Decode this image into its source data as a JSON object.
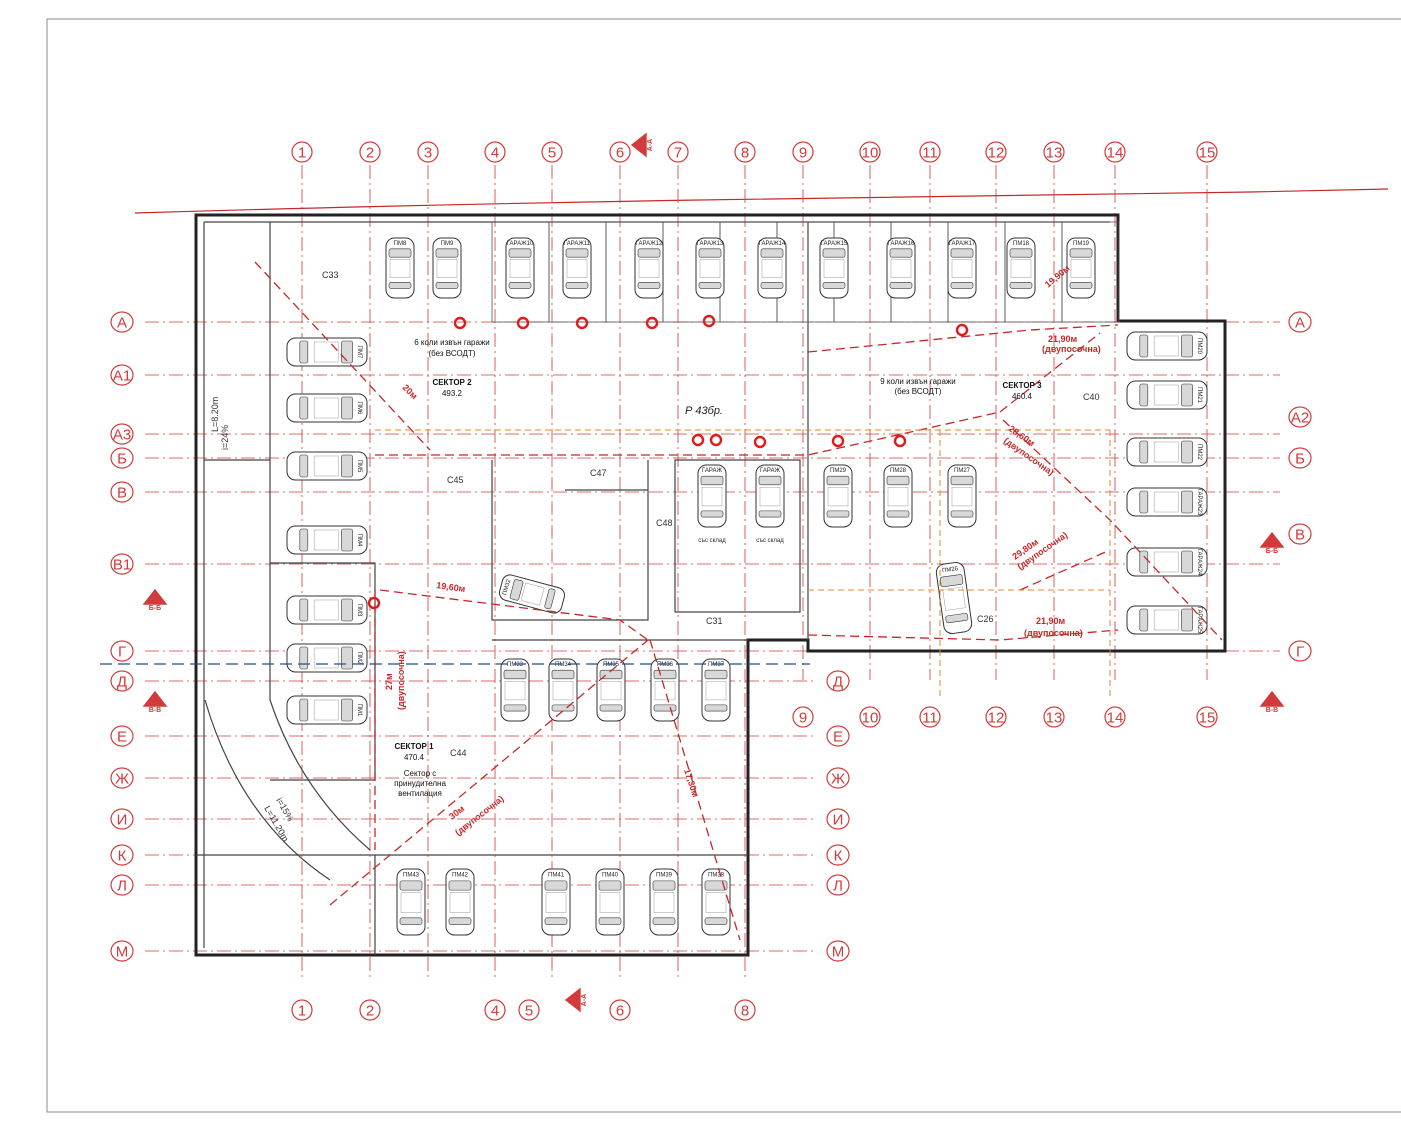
{
  "plan": {
    "column_axes": [
      "1",
      "2",
      "3",
      "4",
      "5",
      "6",
      "7",
      "8",
      "9",
      "10",
      "11",
      "12",
      "13",
      "14",
      "15"
    ],
    "row_axes": [
      "А",
      "А1",
      "А3",
      "Б",
      "В",
      "В1",
      "Г",
      "Д",
      "Е",
      "Ж",
      "И",
      "К",
      "Л",
      "М"
    ],
    "right_row_axes": [
      "А",
      "А2",
      "Б",
      "В",
      "Г"
    ],
    "lower_right_row_axes": [
      "Д",
      "Е",
      "Ж",
      "И",
      "К",
      "Л",
      "М"
    ],
    "bottom_column_axes": [
      "1",
      "2",
      "4",
      "5",
      "6",
      "8"
    ],
    "mid_column_axes": [
      "9",
      "10",
      "11",
      "12",
      "13",
      "14",
      "15"
    ],
    "section_marks": {
      "a_a": "А-А",
      "b_b": "Б-Б",
      "b_f": "В-В",
      "p": "Р"
    },
    "sectors": {
      "s1": {
        "title": "СЕКТОР 1",
        "area": "470.4",
        "note_line1": "Сектор с",
        "note_line2": "принудителна",
        "note_line3": "вентилация"
      },
      "s2": {
        "title": "СЕКТОР 2",
        "area": "493.2",
        "note_line1": "6 коли извън гаражи",
        "note_line2": "(без ВСОДТ)"
      },
      "s3": {
        "title": "СЕКТОР 3",
        "area": "460.4",
        "note_line1": "9 коли извън гаражи",
        "note_line2": "(без ВСОДТ)"
      }
    },
    "capacity_label": "Р 43бр.",
    "dimensions": {
      "d_19_90": "19,90м",
      "d_21_90_top": "21,90м",
      "d_dvu_top": "(двупосочна)",
      "d_28_60": "28,60м",
      "d_dvu_28": "(двупосочна)",
      "d_29_80": "29,80м",
      "d_dvu_29": "(двупосочна)",
      "d_21_90_bot": "21,90м",
      "d_dvu_bot": "(двупосочна)",
      "d_20": "20м",
      "d_19_60": "19,60м",
      "d_27": "27м",
      "d_dvu_27": "(двупосочна)",
      "d_30": "30м",
      "d_dvu_30": "(двупосочна)",
      "d_17_30": "17,30м",
      "d_ramp": "i=15%",
      "d_ramp_len": "L=11.20m",
      "d_ramp2": "i=24%",
      "d_ramp2_len": "L=8.20m"
    },
    "cars_top": [
      "ПМ8",
      "ПМ9",
      "ГАРАЖ10",
      "ГАРАЖ11",
      "ГАРАЖ12",
      "ГАРАЖ13",
      "ГАРАЖ14",
      "ГАРАЖ15",
      "ГАРАЖ16",
      "ГАРАЖ17",
      "ПМ18",
      "ПМ19"
    ],
    "cars_left": [
      "ПМ7",
      "ПМ6",
      "ПМ5",
      "ПМ4",
      "ПМ3",
      "ПМ2",
      "ПМ1"
    ],
    "cars_right": [
      "ПМ20",
      "ПМ21",
      "ПМ22",
      "ГАРАЖ23",
      "ГАРАЖ24",
      "ГАРАЖ25"
    ],
    "cars_mid": [
      "ГАРАЖ",
      "ГАРАЖ",
      "ПМ29",
      "ПМ28",
      "ПМ27"
    ],
    "cars_mid_sub": "със склад",
    "car_slanted": "ПМ32",
    "car_pm26": "ПМ26",
    "cars_center": [
      "ПМ33",
      "ПМ34",
      "ПМ35",
      "ПМ36",
      "ПМ37"
    ],
    "cars_bottom": [
      "ПМ43",
      "ПМ42",
      "ПМ41",
      "ПМ40",
      "ПМ39",
      "ПМ38"
    ],
    "room_codes": {
      "c33": "С33",
      "c45": "С45",
      "c47": "С47",
      "c48": "С48",
      "c44": "С44",
      "c31": "С31",
      "c40": "С40",
      "c26": "С26"
    }
  }
}
